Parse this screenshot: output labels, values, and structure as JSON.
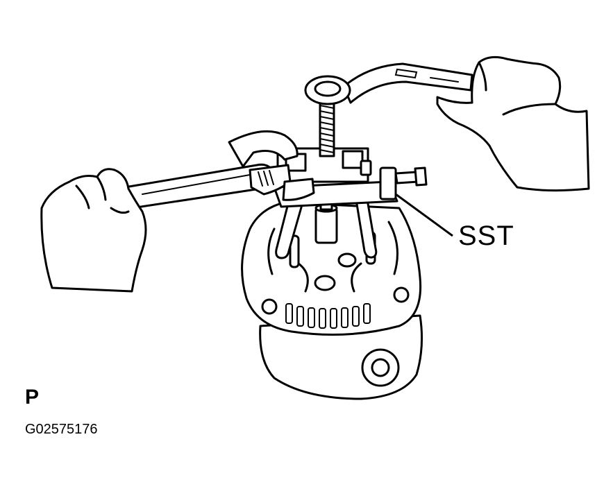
{
  "labels": {
    "sst": "SST",
    "view": "P",
    "figure_code": "G02575176"
  },
  "colors": {
    "ink": "#000000",
    "paper": "#ffffff"
  }
}
